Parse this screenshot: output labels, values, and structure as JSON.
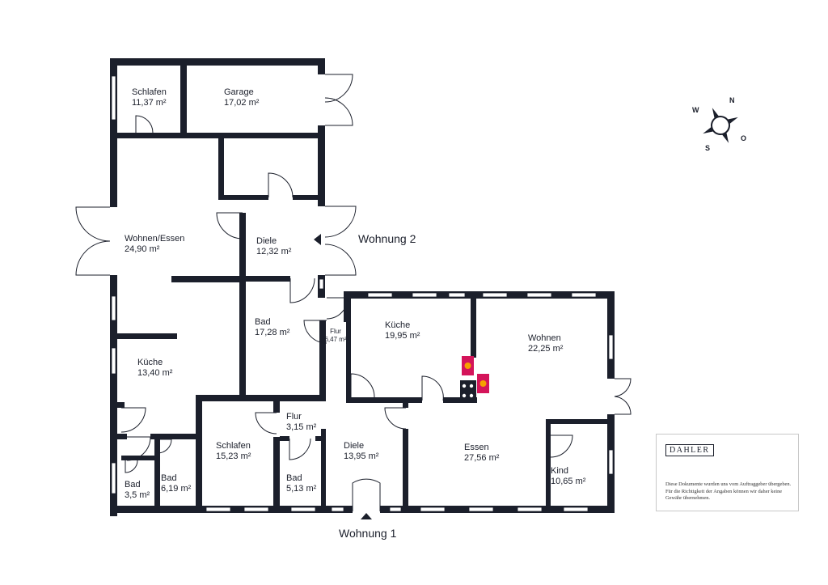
{
  "rooms": {
    "schlafen_top": {
      "name": "Schlafen",
      "area": "11,37 m²"
    },
    "garage": {
      "name": "Garage",
      "area": "17,02 m²"
    },
    "wohnen_essen": {
      "name": "Wohnen/Essen",
      "area": "24,90 m²"
    },
    "diele_top": {
      "name": "Diele",
      "area": "12,32 m²"
    },
    "kueche_left": {
      "name": "Küche",
      "area": "13,40 m²"
    },
    "bad_mid": {
      "name": "Bad",
      "area": "17,28 m²"
    },
    "flur_small": {
      "name": "Flur",
      "area": "6,47 m²"
    },
    "kueche_right": {
      "name": "Küche",
      "area": "19,95 m²"
    },
    "wohnen": {
      "name": "Wohnen",
      "area": "22,25 m²"
    },
    "flur_315": {
      "name": "Flur",
      "area": "3,15 m²"
    },
    "schlafen_bottom": {
      "name": "Schlafen",
      "area": "15,23 m²"
    },
    "diele_bottom": {
      "name": "Diele",
      "area": "13,95 m²"
    },
    "essen": {
      "name": "Essen",
      "area": "27,56 m²"
    },
    "kind": {
      "name": "Kind",
      "area": "10,65 m²"
    },
    "bad_35": {
      "name": "Bad",
      "area": "3,5 m²"
    },
    "bad_619": {
      "name": "Bad",
      "area": "6,19 m²"
    },
    "bad_513": {
      "name": "Bad",
      "area": "5,13 m²"
    }
  },
  "entrances": {
    "wohnung1": "Wohnung 1",
    "wohnung2": "Wohnung 2"
  },
  "compass": {
    "n": "N",
    "o": "O",
    "s": "S",
    "w": "W"
  },
  "disclaimer": {
    "logo": "DAHLER",
    "text": "Diese Dokumente wurden uns vom Auftraggeber übergeben. Für die Richtigkeit der Angaben können wir daher keine Gewähr übernehmen."
  },
  "colors": {
    "wall": "#1b1f2b",
    "window": "#ffffff",
    "heater": "#d4145a"
  }
}
